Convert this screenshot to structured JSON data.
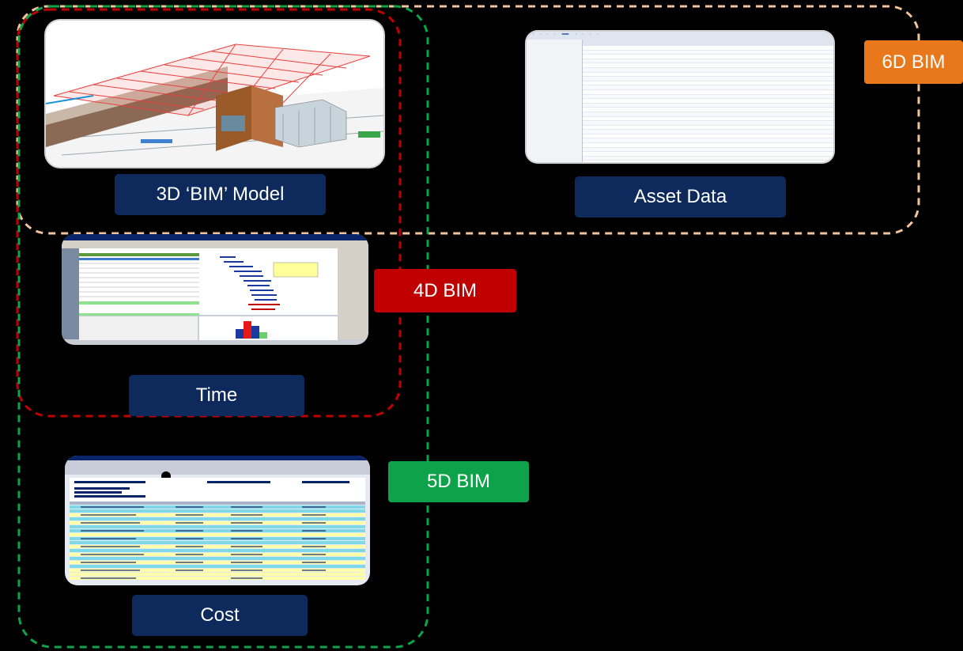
{
  "diagram": {
    "nodes": {
      "model": {
        "label": "3D ‘BIM’ Model"
      },
      "asset": {
        "label": "Asset Data"
      },
      "time": {
        "label": "Time"
      },
      "cost": {
        "label": "Cost"
      }
    },
    "groups": {
      "bim6d": {
        "label": "6D BIM",
        "color": "#e9781c",
        "border_color": "#f2c49b"
      },
      "bim4d": {
        "label": "4D BIM",
        "color": "#c00000",
        "border_color": "#c00000"
      },
      "bim5d": {
        "label": "5D BIM",
        "color": "#0ea34a",
        "border_color": "#0ea34a"
      }
    },
    "colors": {
      "label_box": "#0e2a5c",
      "background": "#000000"
    },
    "icons": {
      "model_image": "bim-3d-model-render",
      "asset_image": "asset-management-screenshot",
      "time_image": "project-schedule-gantt-screenshot",
      "cost_image": "cost-report-screenshot"
    }
  }
}
